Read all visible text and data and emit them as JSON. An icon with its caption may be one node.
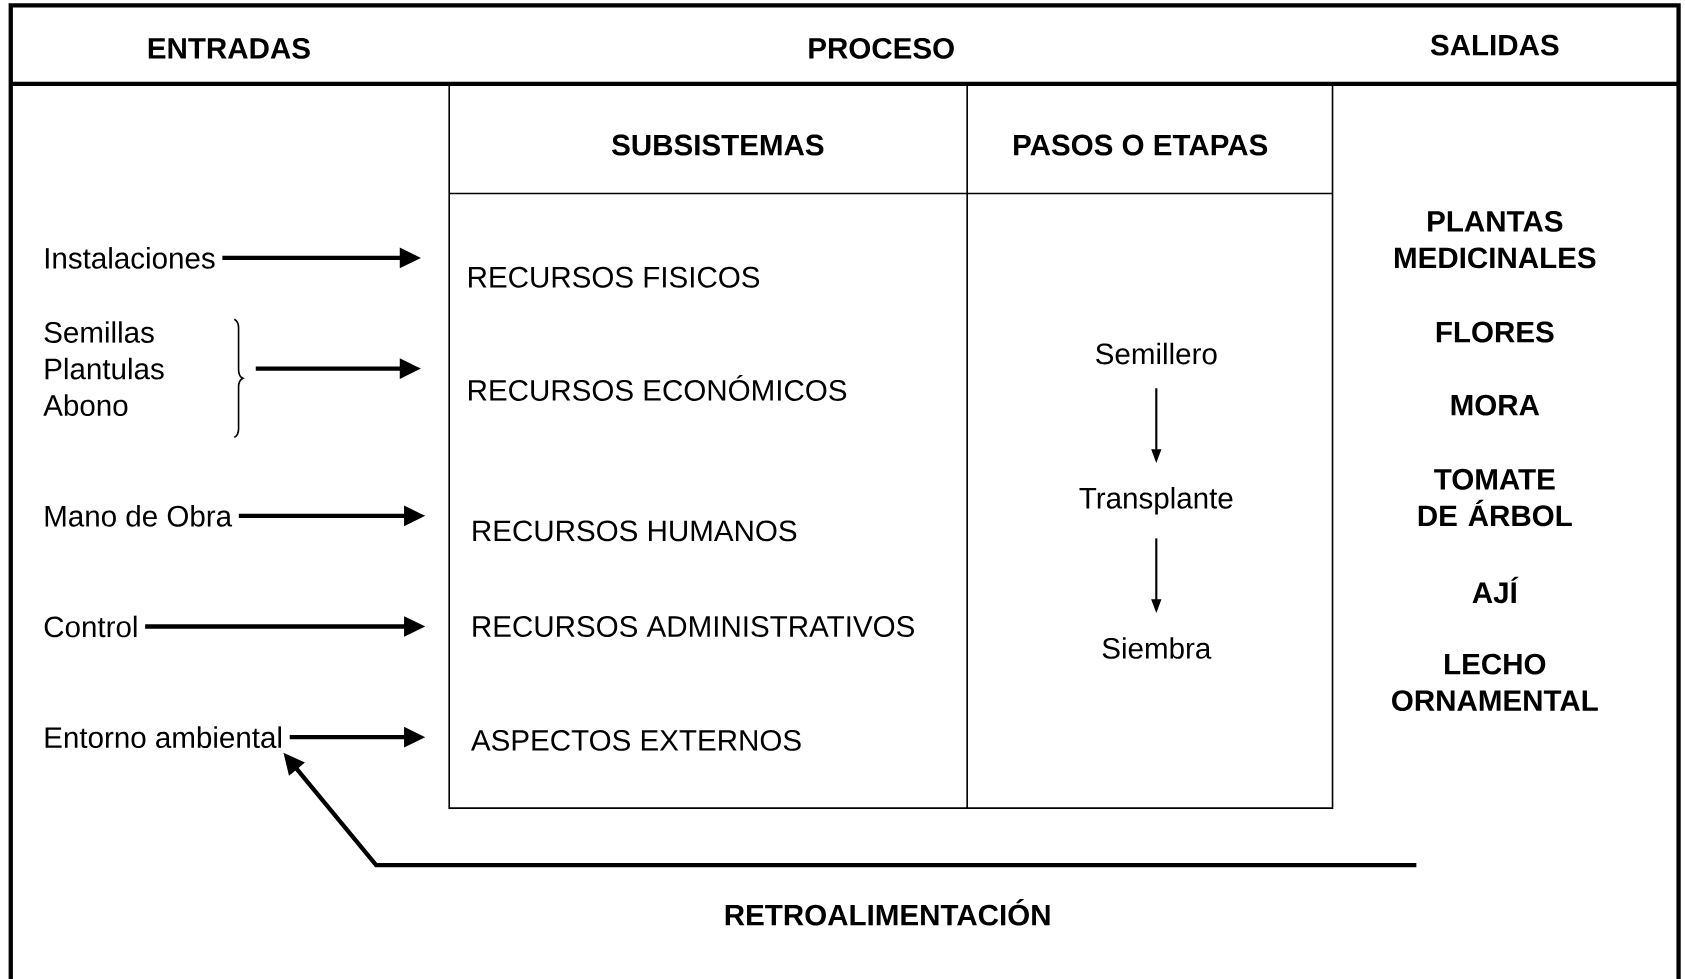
{
  "diagram": {
    "nodes": [
      {
        "text": [
          "Instalaciones"
        ]
      },
      {
        "text": [
          "Semillas Plantulas Abono"
        ]
      },
      {
        "text": [
          "Mano de Obra"
        ]
      },
      {
        "text": [
          "Control"
        ]
      },
      {
        "text": [
          "Entorno ambiental"
        ]
      },
      {
        "text": [
          "RECURSOS FISICOS"
        ]
      },
      {
        "text": [
          "RECURSOS ECONÓMICOS"
        ]
      },
      {
        "text": [
          "RECURSOS HUMANOS"
        ]
      },
      {
        "text": [
          "RECURSOS ADMINISTRATIVOS"
        ]
      },
      {
        "text": [
          "ASPECTOS EXTERNOS"
        ]
      },
      {
        "text": [
          "Semillero"
        ]
      },
      {
        "text": [
          "Transplante"
        ]
      },
      {
        "text": [
          "Siembra"
        ]
      }
    ],
    "edges": [
      {
        "from": 0,
        "to": 5,
        "arrow": "to"
      },
      {
        "from": 1,
        "to": 6,
        "arrow": "to"
      },
      {
        "from": 2,
        "to": 7,
        "arrow": "to"
      },
      {
        "from": 3,
        "to": 8,
        "arrow": "to"
      },
      {
        "from": 4,
        "to": 9,
        "arrow": "to"
      },
      {
        "from": 10,
        "to": 11,
        "arrow": "to"
      },
      {
        "from": 11,
        "to": 12,
        "arrow": "to"
      },
      {
        "from": null,
        "to": 4,
        "arrow": "to",
        "label": "RETROALIMENTACIÓN"
      }
    ],
    "labels": [
      "ENTRADAS",
      "PROCESO",
      "SALIDAS",
      "SUBSISTEMAS",
      "PASOS O ETAPAS",
      "PLANTAS MEDICINALES",
      "FLORES",
      "MORA",
      "TOMATE DE ÁRBOL",
      "AJÍ",
      "LECHO ORNAMENTAL"
    ]
  }
}
